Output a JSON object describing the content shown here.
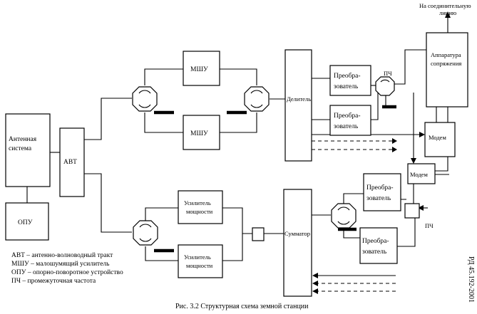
{
  "blocks": {
    "antenna": [
      "Антенная",
      "система"
    ],
    "opu": "ОПУ",
    "avt": "АВТ",
    "lna1": "МШУ",
    "lna2": "МШУ",
    "amp1": [
      "Усилитель",
      "мощности"
    ],
    "amp2": [
      "Усилитель",
      "мощности"
    ],
    "divider": "Делитель",
    "summator": "Сумматор",
    "conv1": [
      "Преобра-",
      "зователь"
    ],
    "conv2": [
      "Преобра-",
      "зователь"
    ],
    "conv3": [
      "Преобра-",
      "зователь"
    ],
    "conv4": [
      "Преобра-",
      "зователь"
    ],
    "modem1": "Модем",
    "modem2": "Модем",
    "interface": [
      "Аппаратура",
      "сопряжения"
    ]
  },
  "labels": {
    "if1": "ПЧ",
    "if2": "ПЧ",
    "to_line": [
      "На соединительную",
      "линию"
    ]
  },
  "legend": [
    "АВТ – антенно-волноводный тракт",
    "МШУ – малошумящий усилитель",
    "ОПУ – опорно-поворотное устройство",
    "ПЧ – промежуточная частота"
  ],
  "caption": "Рис. 3.2 Структурная схема земной станции",
  "side_code": "РД 45.192-2001"
}
